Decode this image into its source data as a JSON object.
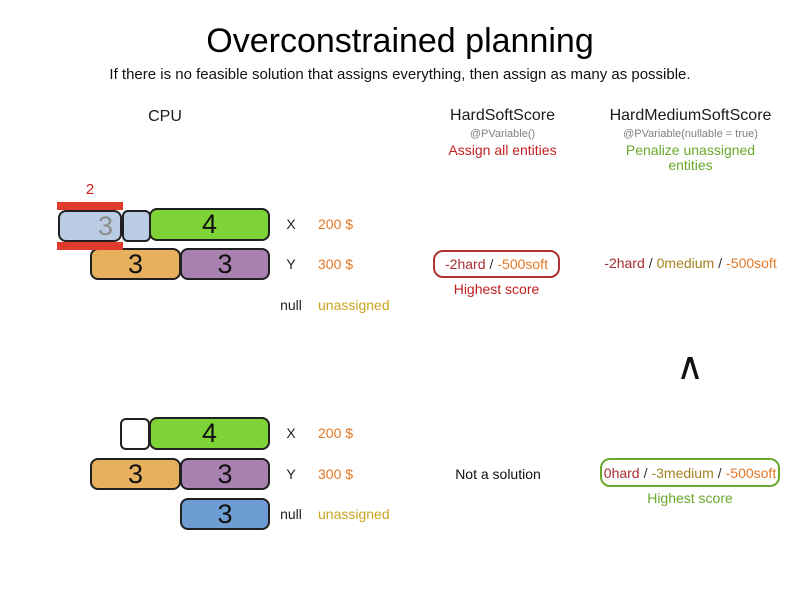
{
  "slide": {
    "title": "Overconstrained planning",
    "subtitle": "If there is no feasible solution that assigns everything, then assign as many as possible."
  },
  "headers": {
    "cpu": "CPU",
    "hard_soft": {
      "name": "HardSoftScore",
      "annotation": "@PVariable()",
      "strategy": "Assign all entities"
    },
    "hard_medium_soft": {
      "name": "HardMediumSoftScore",
      "annotation": "@PVariable(nullable = true)",
      "strategy": "Penalize unassigned entities"
    }
  },
  "separator": "/",
  "comparator_symbol": "∧",
  "solution_top": {
    "overflow_amount": "2",
    "rows": {
      "x": {
        "label": "X",
        "cost": "200 $",
        "blue_overflow_value": "3",
        "green_value": "4"
      },
      "y": {
        "label": "Y",
        "cost": "300 $",
        "orange_value": "3",
        "purple_value": "3"
      },
      "null": {
        "label": "null",
        "cost": "unassigned"
      }
    },
    "hard_soft_score": {
      "hard": "-2hard",
      "soft": "-500soft",
      "caption": "Highest score"
    },
    "hard_medium_soft_score": {
      "hard": "-2hard",
      "medium": "0medium",
      "soft": "-500soft"
    }
  },
  "solution_bottom": {
    "rows": {
      "x": {
        "label": "X",
        "cost": "200 $",
        "green_value": "4"
      },
      "y": {
        "label": "Y",
        "cost": "300 $",
        "orange_value": "3",
        "purple_value": "3"
      },
      "null": {
        "label": "null",
        "cost": "unassigned",
        "blue_value": "3"
      }
    },
    "hard_soft_note": "Not a solution",
    "hard_medium_soft_score": {
      "hard": "0hard",
      "medium": "-3medium",
      "soft": "-500soft",
      "caption": "Highest score"
    }
  },
  "colors": {
    "bar_blue_light": "#b9cce4",
    "bar_blue": "#6d9dd3",
    "bar_green": "#7ed336",
    "bar_orange": "#e6b05e",
    "bar_purple": "#a981b1",
    "overflow_red": "#e03a2d",
    "hard_score_red": "#a72d30",
    "medium_score_gold": "#a5821e",
    "soft_score_orange": "#e47825",
    "strategy_red": "#c41f1f",
    "strategy_green": "#6aa82b",
    "unassigned_gold": "#cca41e",
    "annotation_gray": "#808080"
  }
}
